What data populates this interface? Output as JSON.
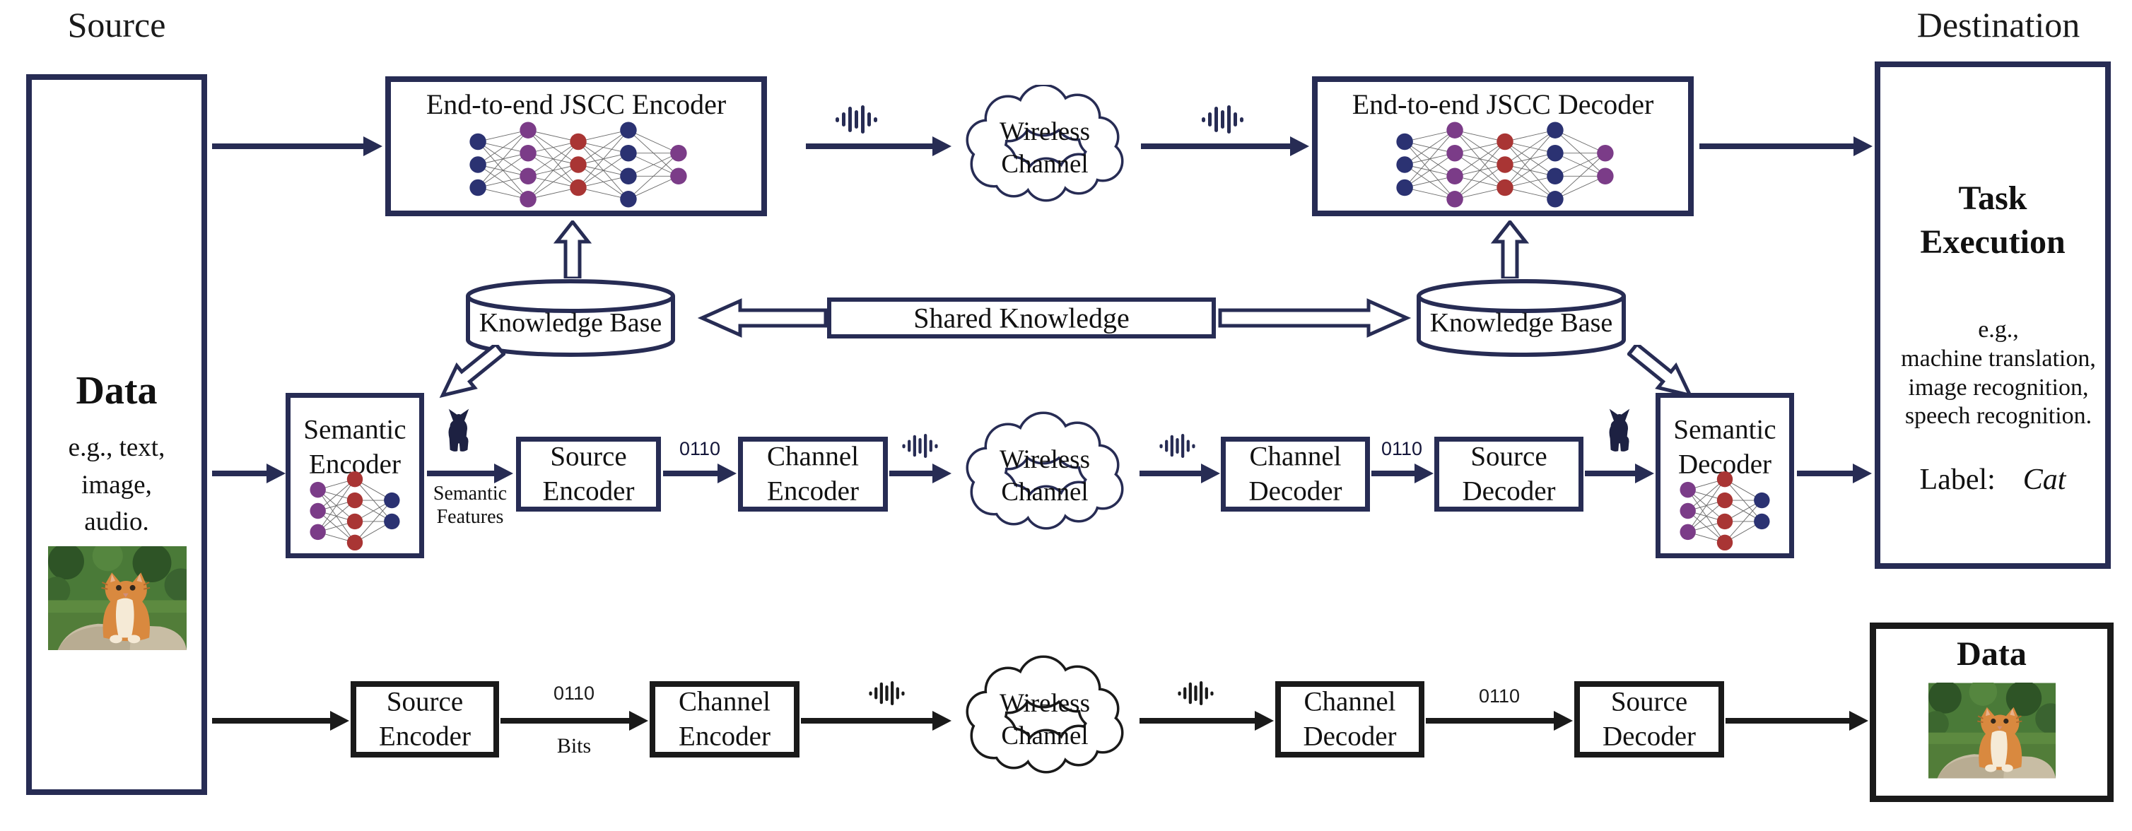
{
  "colors": {
    "navy": "#272c54",
    "black": "#1a1a1a",
    "node_navy": "#2b3272",
    "node_purple": "#7b3c88",
    "node_red": "#a93534"
  },
  "titles": {
    "source": "Source",
    "destination": "Destination"
  },
  "source_panel": {
    "title": "Data",
    "examples": [
      "e.g., text,",
      "image,",
      "audio."
    ]
  },
  "jscc": {
    "encoder": "End-to-end JSCC Encoder",
    "decoder": "End-to-end JSCC Decoder"
  },
  "cloud": [
    "Wireless",
    "Channel"
  ],
  "knowledge_base": "Knowledge Base",
  "shared_knowledge": "Shared Knowledge",
  "blocks": {
    "semantic_encoder": [
      "Semantic",
      "Encoder"
    ],
    "semantic_decoder": [
      "Semantic",
      "Decoder"
    ],
    "source_encoder": [
      "Source",
      "Encoder"
    ],
    "channel_encoder": [
      "Channel",
      "Encoder"
    ],
    "channel_decoder": [
      "Channel",
      "Decoder"
    ],
    "source_decoder": [
      "Source",
      "Decoder"
    ]
  },
  "labels": {
    "bits_code": "0110",
    "bits_word": "Bits",
    "semantic_features": [
      "Semantic",
      "Features"
    ]
  },
  "destination_panel": {
    "title": [
      "Task",
      "Execution"
    ],
    "examples": [
      "e.g.,",
      "machine translation,",
      "image recognition,",
      "speech recognition."
    ],
    "label_prefix": "Label:",
    "label_value": "Cat",
    "data_title": "Data"
  },
  "nn": {
    "five": [
      "navy:3",
      "purple:4",
      "red:3",
      "navy:4",
      "purple:2"
    ],
    "three": [
      "purple:3",
      "red:4",
      "navy:2"
    ]
  }
}
